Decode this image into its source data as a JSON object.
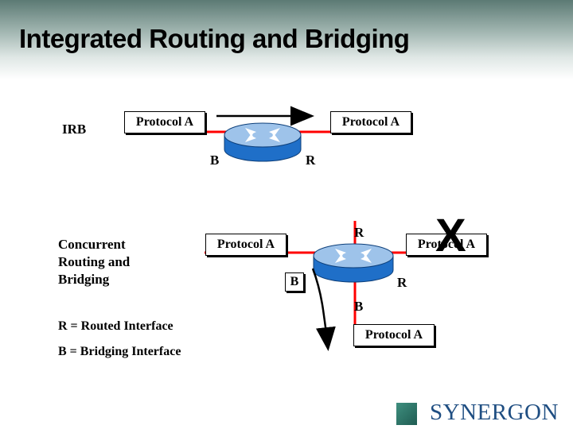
{
  "slide": {
    "title": "Integrated Routing and Bridging",
    "irb": {
      "label": "IRB",
      "protocol_left": "Protocol A",
      "protocol_right": "Protocol A",
      "port_b": "B",
      "port_r": "R"
    },
    "concurrent": {
      "label_line1": "Concurrent",
      "label_line2": "Routing and",
      "label_line3": "Bridging",
      "protocol_left": "Protocol A",
      "protocol_right": "Protocol A",
      "protocol_bottom": "Protocol A",
      "port_r_top": "R",
      "port_b_left": "B",
      "port_r_right": "R",
      "port_b_bottom": "B",
      "blocked_mark": "X"
    },
    "legend": {
      "routed": "R = Routed Interface",
      "bridging": "B = Bridging Interface"
    },
    "logo": {
      "text": "SYNERGON"
    }
  },
  "colors": {
    "segment_line": "#ff0000",
    "router_body": "#1f6fc8",
    "router_top": "#9ec3ea",
    "logo_text": "#1f4e82"
  }
}
